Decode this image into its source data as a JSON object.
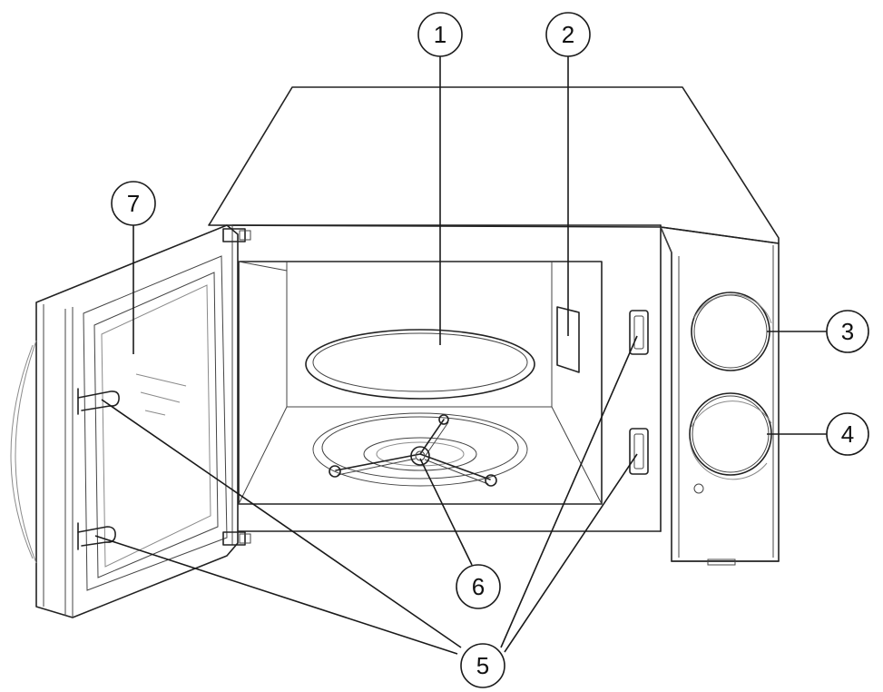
{
  "callouts": [
    {
      "id": "1",
      "label": "1"
    },
    {
      "id": "2",
      "label": "2"
    },
    {
      "id": "3",
      "label": "3"
    },
    {
      "id": "4",
      "label": "4"
    },
    {
      "id": "5",
      "label": "5"
    },
    {
      "id": "6",
      "label": "6"
    },
    {
      "id": "7",
      "label": "7"
    }
  ],
  "colors": {
    "stroke": "#222222",
    "background": "#ffffff"
  }
}
